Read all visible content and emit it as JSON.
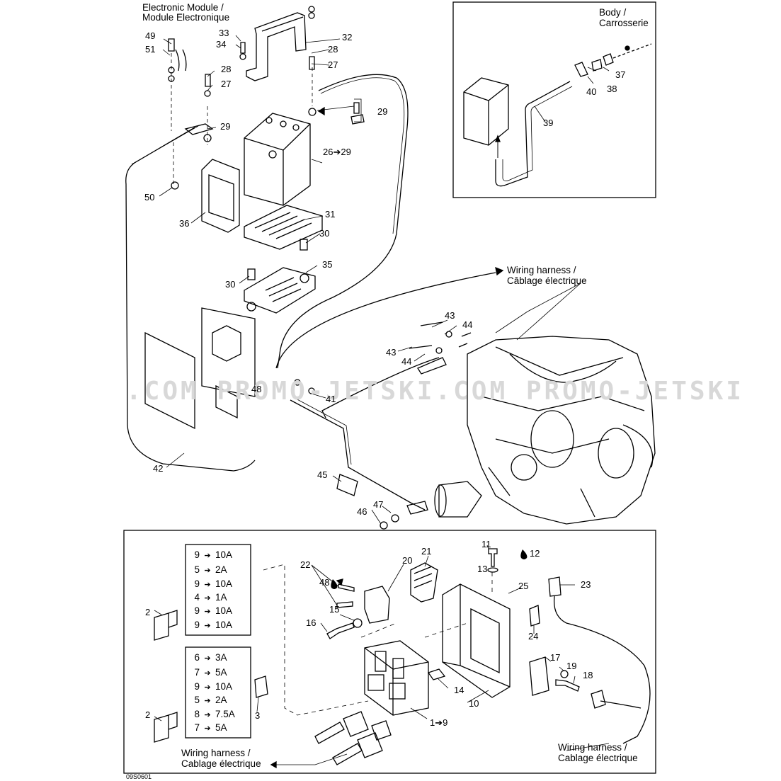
{
  "top_labels": {
    "electronic_module": "Electronic Module /",
    "module_electronique": "Module Electronique",
    "body": "Body /",
    "carrosserie": "Carrosserie",
    "wiring_harness_1": "Wiring harness /",
    "cablage_1": "Câblage électrique",
    "wiring_harness_2": "Wiring harness /",
    "cablage_2": "Cablage électrique",
    "wiring_harness_3": "Wiring harness /",
    "cablage_3": "Cablage électrique"
  },
  "callouts": {
    "n49": "49",
    "n51": "51",
    "n33": "33",
    "n34": "34",
    "n32": "32",
    "n28a": "28",
    "n27a": "27",
    "n28b": "28",
    "n27b": "27",
    "n29a": "29",
    "n29b": "29",
    "n26": "26➔29",
    "n50": "50",
    "n36": "36",
    "n31": "31",
    "n30a": "30",
    "n30b": "30",
    "n35": "35",
    "n37": "37",
    "n38": "38",
    "n40": "40",
    "n39": "39",
    "n43a": "43",
    "n44a": "44",
    "n43b": "43",
    "n44b": "44",
    "n48a": "48",
    "n41": "41",
    "n42": "42",
    "n45": "45",
    "n47": "47",
    "n46": "46",
    "n11": "11",
    "n12": "12",
    "n13": "13",
    "n21": "21",
    "n20": "20",
    "n22": "22",
    "n48b": "48",
    "n25": "25",
    "n23": "23",
    "n15": "15",
    "n16": "16",
    "n24": "24",
    "n17": "17",
    "n19": "19",
    "n18": "18",
    "n14": "14",
    "n10": "10",
    "n1": "1➔9",
    "n3": "3",
    "n2a": "2",
    "n2b": "2"
  },
  "fuses_top": [
    {
      "num": "9",
      "amp": "10A"
    },
    {
      "num": "5",
      "amp": "2A"
    },
    {
      "num": "9",
      "amp": "10A"
    },
    {
      "num": "4",
      "amp": "1A"
    },
    {
      "num": "9",
      "amp": "10A"
    },
    {
      "num": "9",
      "amp": "10A"
    }
  ],
  "fuses_bottom": [
    {
      "num": "6",
      "amp": "3A"
    },
    {
      "num": "7",
      "amp": "5A"
    },
    {
      "num": "9",
      "amp": "10A"
    },
    {
      "num": "5",
      "amp": "2A"
    },
    {
      "num": "8",
      "amp": "7.5A"
    },
    {
      "num": "7",
      "amp": "5A"
    }
  ],
  "fuse_arrow": "➔",
  "watermark": ".COM  PROMO-JETSKI.COM  PROMO-JETSKI",
  "diagram_code": "09S0601"
}
